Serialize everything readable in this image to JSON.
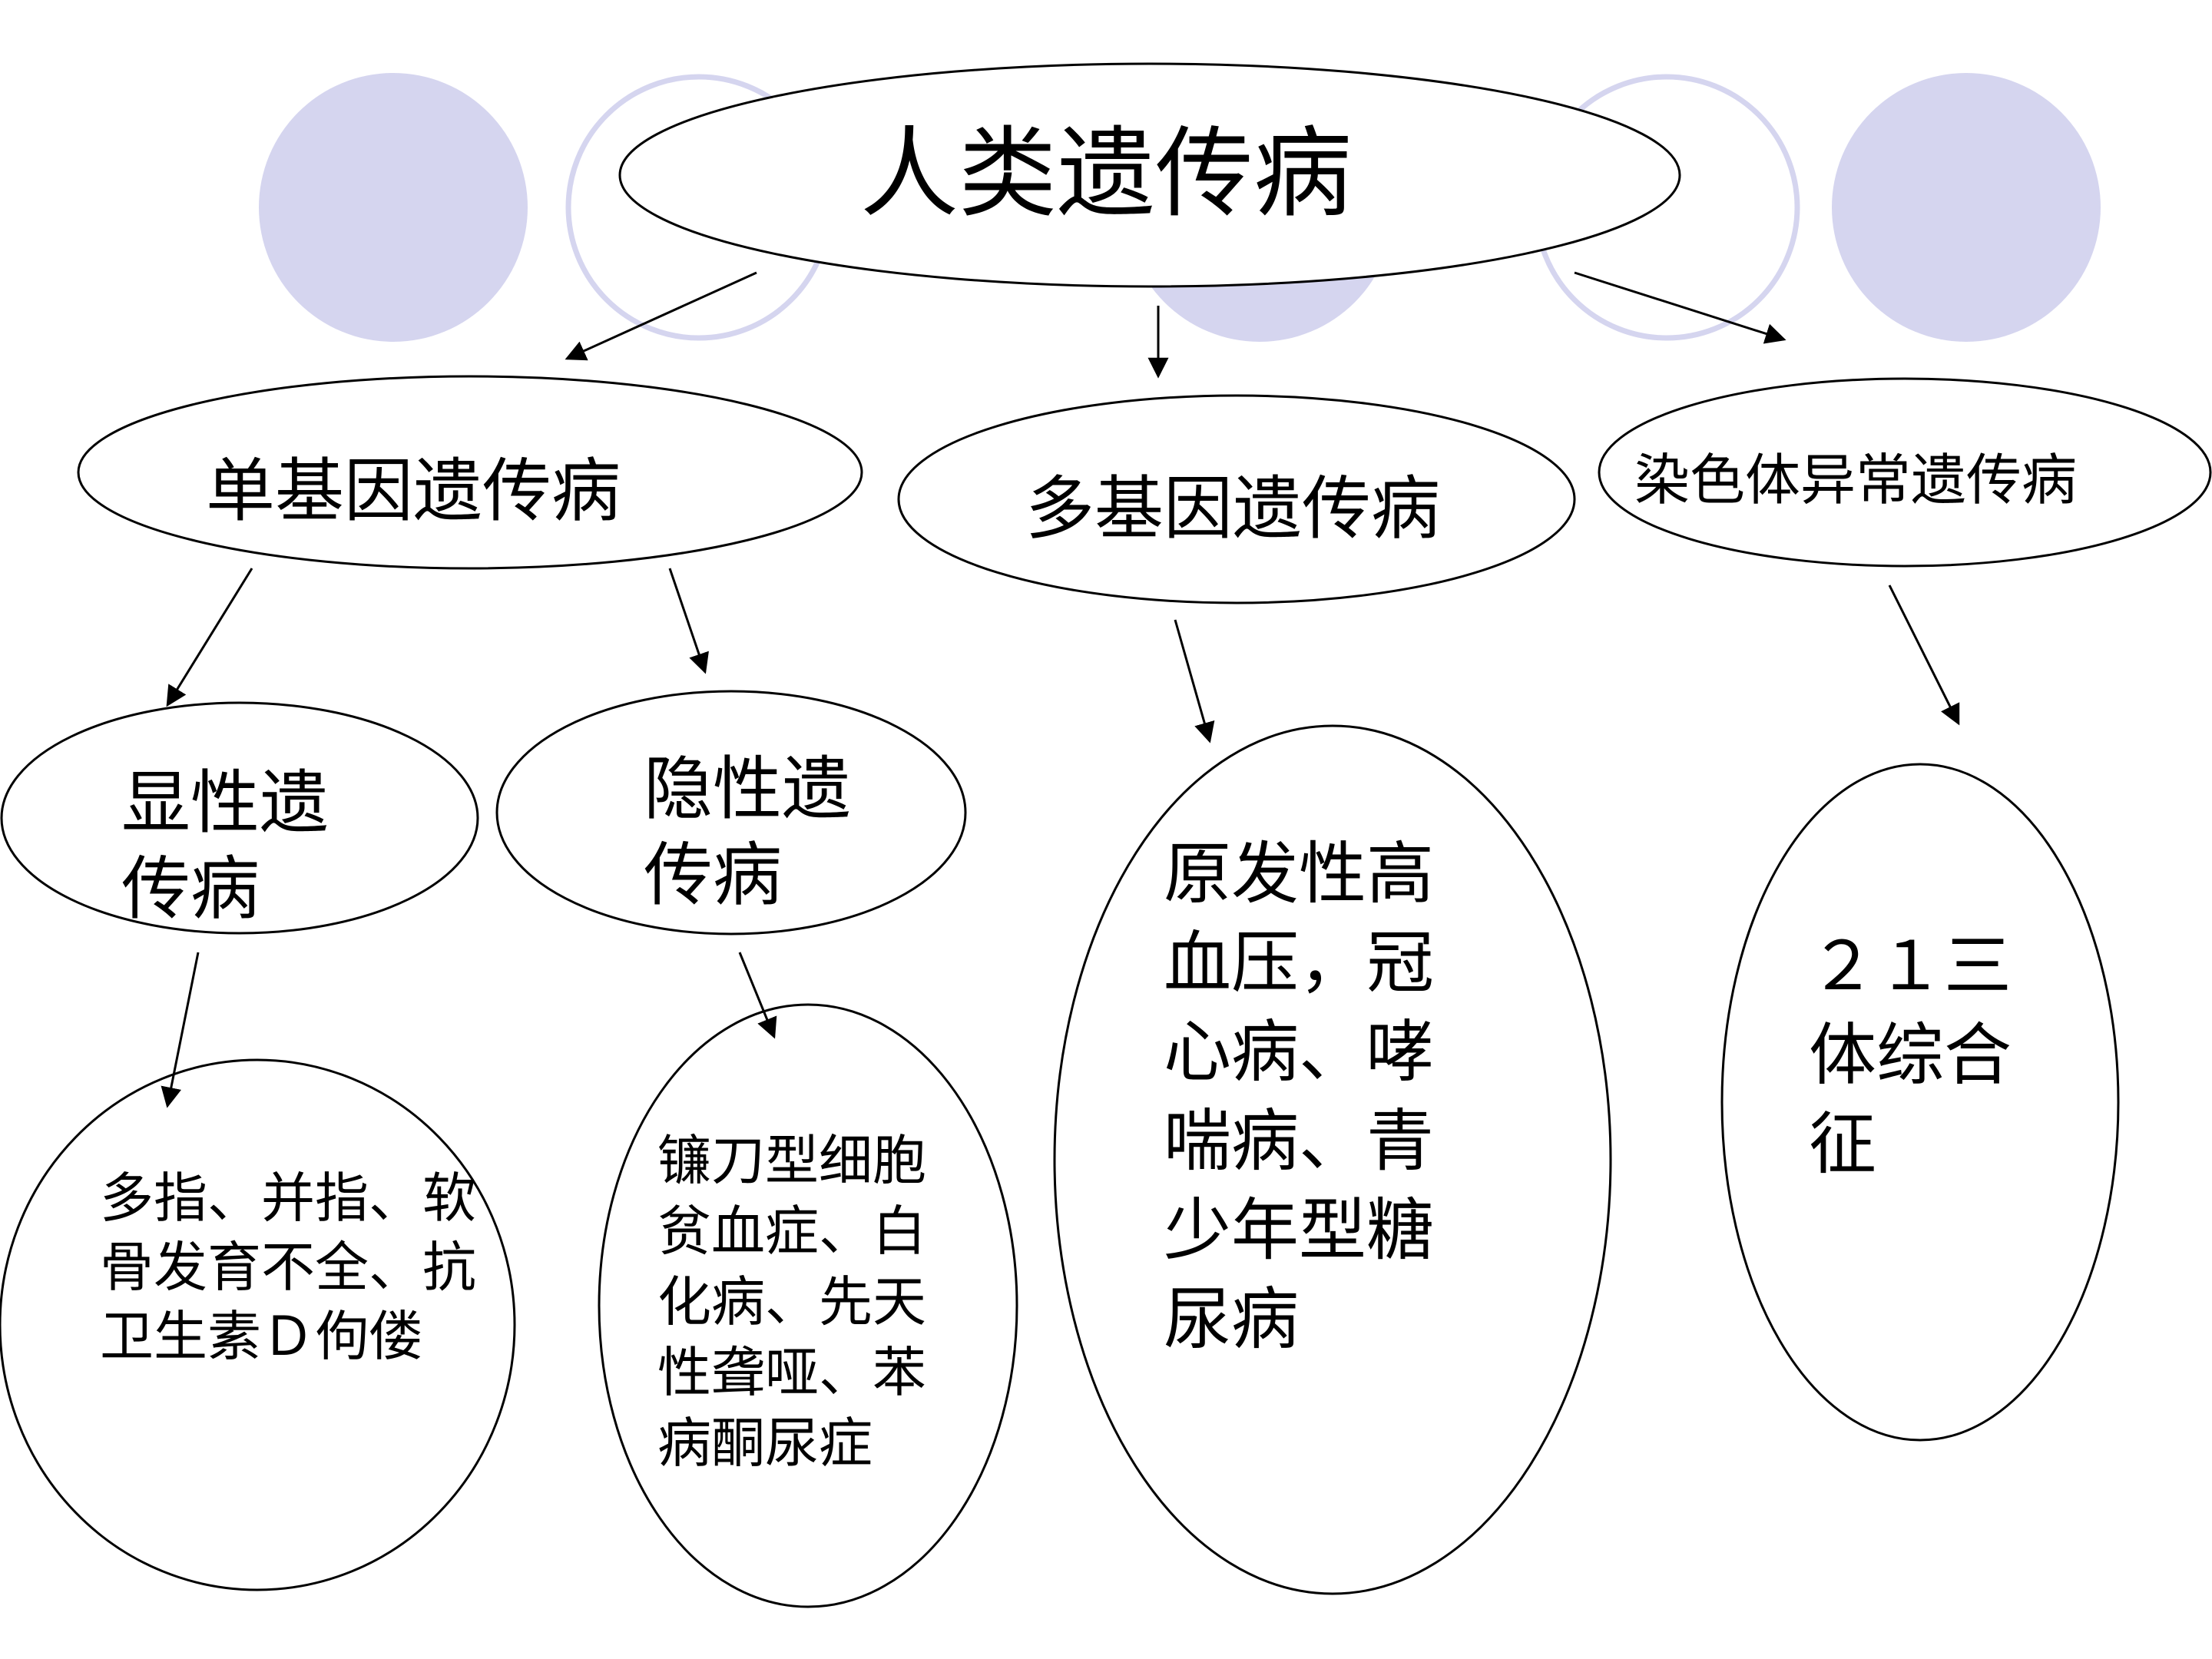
{
  "diagram": {
    "root": {
      "label": "人类遗传病"
    },
    "categories": [
      {
        "label": "单基因遗传病"
      },
      {
        "label": "多基因遗传病"
      },
      {
        "label": "染色体异常遗传病"
      }
    ],
    "subtypes": [
      {
        "label": "显性遗传病"
      },
      {
        "label": "隐性遗传病"
      }
    ],
    "examples": {
      "dominant": "多指、并指、软骨发育不全、抗卫生素Ｄ佝偻",
      "recessive": "镰刀型细胞贫血症、白化病、先天性聋哑、苯病酮尿症",
      "polygenic": "原发性高血压，冠心病、哮喘病、青少年型糖尿病",
      "chromosomal": "２１三体综合征"
    }
  },
  "colors": {
    "decor_fill": "#d5d5ef",
    "decor_stroke": "#d5d5ef",
    "line": "#000000",
    "node_fill": "#ffffff"
  }
}
